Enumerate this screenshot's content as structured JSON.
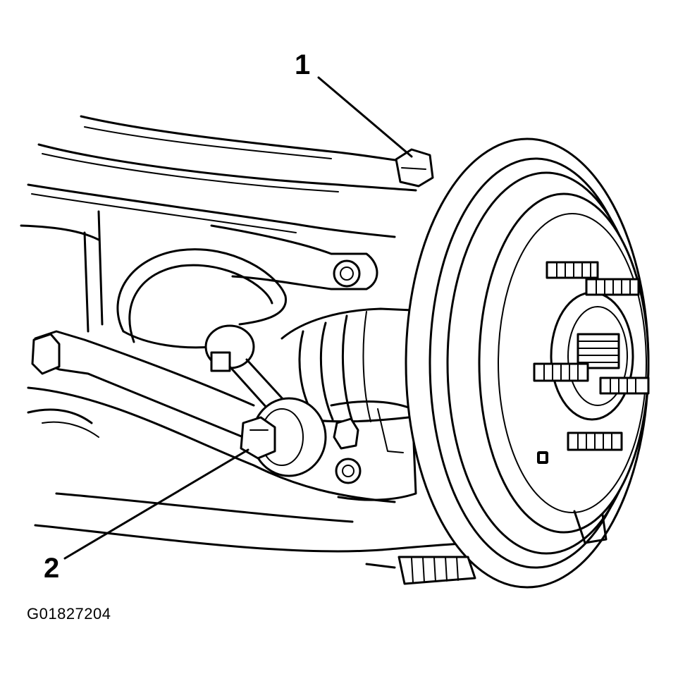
{
  "figure": {
    "figure_id": "G01827204",
    "callouts": [
      {
        "label": "1"
      },
      {
        "label": "2"
      }
    ]
  }
}
